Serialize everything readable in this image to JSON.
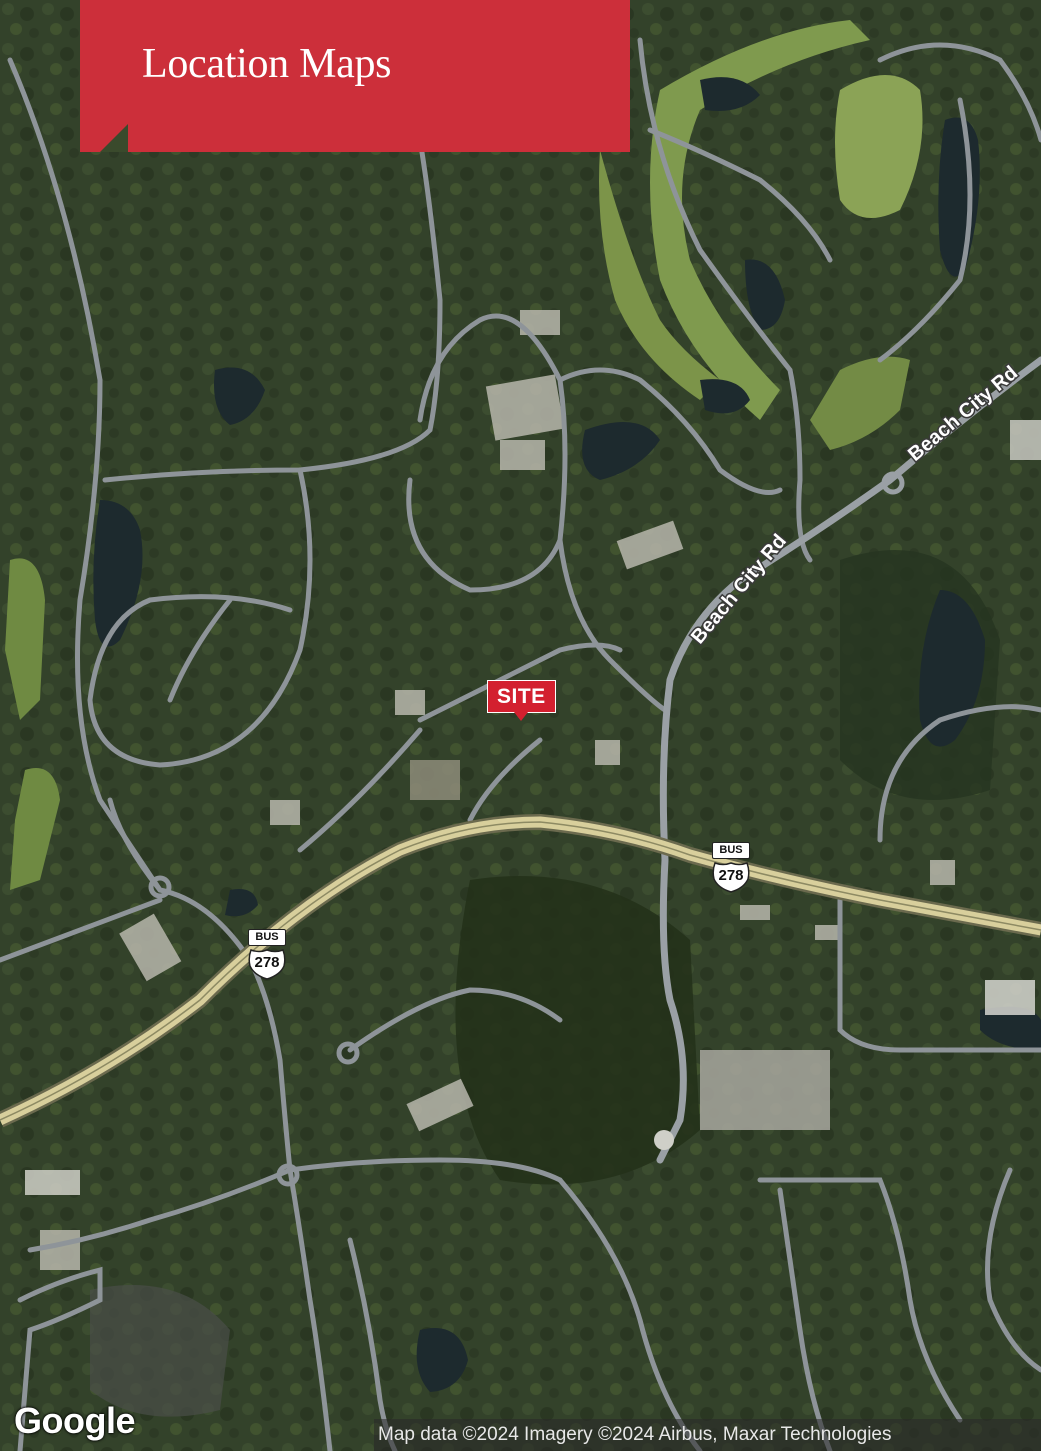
{
  "header": {
    "title": "Location Maps"
  },
  "map": {
    "site_label": "SITE",
    "road_labels": [
      "Beach City Rd",
      "Beach City Rd"
    ],
    "route_shields": [
      {
        "banner": "BUS",
        "number": "278"
      },
      {
        "banner": "BUS",
        "number": "278"
      }
    ],
    "logo": "Google",
    "attribution": "Map data ©2024 Imagery ©2024 Airbus, Maxar Technologies"
  },
  "colors": {
    "banner": "#cc2f3a",
    "site_marker": "#d3202f",
    "highway": "#d8cf9c",
    "road": "#8e9499",
    "forest": "#2f3d24",
    "golf": "#7f9a4e",
    "water": "#1d2a2e"
  }
}
